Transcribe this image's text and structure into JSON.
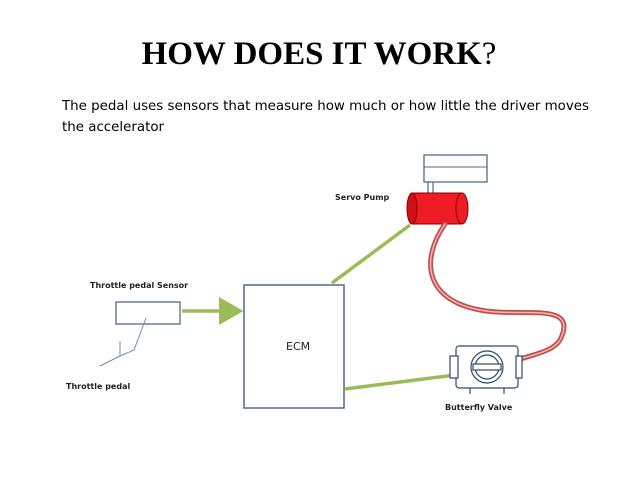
{
  "slide": {
    "title_main": "HOW DOES IT WORK",
    "title_mark": "?",
    "subtitle": "The pedal uses sensors that measure how much or how little the driver moves the accelerator"
  },
  "diagram": {
    "labels": {
      "servo_pump": "Servo Pump",
      "throttle_pedal_sensor": "Throttle pedal Sensor",
      "ecm": "ECM",
      "throttle_pedal": "Throttle pedal",
      "butterfly_valve": "Butterfly Valve"
    },
    "colors": {
      "signal_line": "#9bbb59",
      "servo_body": "#ee1c25",
      "servo_cable": "#c0504d",
      "box_stroke": "#4f6b8a"
    }
  }
}
